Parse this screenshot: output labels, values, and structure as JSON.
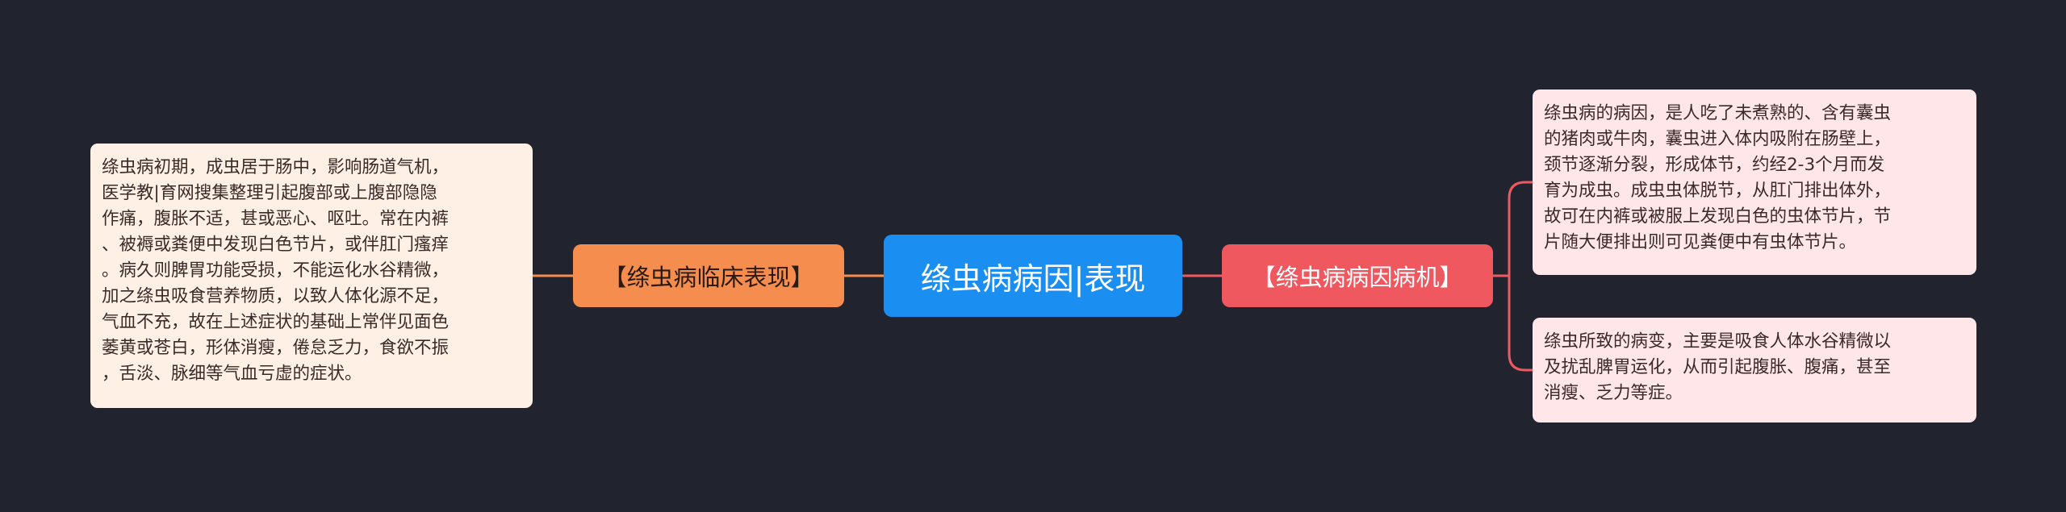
{
  "colors": {
    "background": "#21242f",
    "center": "#1b8ef2",
    "left_branch": "#f58d4e",
    "right_branch": "#ef585f",
    "left_leaf": "#fff0e6",
    "right_leaf": "#ffe6e8"
  },
  "mindmap": {
    "center": {
      "label": "绦虫病病因|表现"
    },
    "left_branch": {
      "label": "【绦虫病临床表现】",
      "leaves": [
        {
          "lines": [
            "绦虫病初期，成虫居于肠中，影响肠道气机，",
            "医学教|育网搜集整理引起腹部或上腹部隐隐",
            "作痛，腹胀不适，甚或恶心、呕吐。常在内裤",
            "、被褥或粪便中发现白色节片，或伴肛门瘙痒",
            "。病久则脾胃功能受损，不能运化水谷精微，",
            "加之绦虫吸食营养物质，以致人体化源不足，",
            "气血不充，故在上述症状的基础上常伴见面色",
            "萎黄或苍白，形体消瘦，倦怠乏力，食欲不振",
            "，舌淡、脉细等气血亏虚的症状。"
          ]
        }
      ]
    },
    "right_branch": {
      "label": "【绦虫病病因病机】",
      "leaves": [
        {
          "lines": [
            "绦虫病的病因，是人吃了未煮熟的、含有囊虫",
            "的猪肉或牛肉，囊虫进入体内吸附在肠壁上，",
            "颈节逐渐分裂，形成体节，约经2-3个月而发",
            "育为成虫。成虫虫体脱节，从肛门排出体外，",
            "故可在内裤或被服上发现白色的虫体节片，节",
            "片随大便排出则可见粪便中有虫体节片。"
          ]
        },
        {
          "lines": [
            "绦虫所致的病变，主要是吸食人体水谷精微以",
            "及扰乱脾胃运化，从而引起腹胀、腹痛，甚至",
            "消瘦、乏力等症。"
          ]
        }
      ]
    }
  }
}
